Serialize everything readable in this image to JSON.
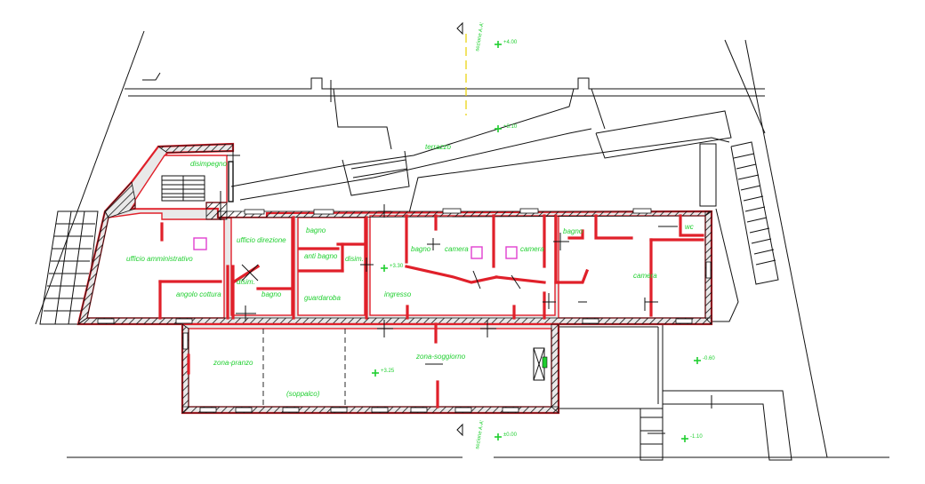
{
  "rooms": {
    "disimpegno_top": "disimpegno",
    "ufficio_amministrativo": "ufficio amministrativo",
    "ufficio_direzione": "ufficio direzione",
    "bagno_1": "bagno",
    "anti_bagno": "anti bagno",
    "disim_1": "disim.",
    "guardaroba": "guardaroba",
    "angolo_cottura": "angolo cottura",
    "disim_2": "disim.",
    "bagno_2": "bagno",
    "ingresso": "ingresso",
    "bagno_3": "bagno",
    "camera_1": "camera",
    "camera_2": "camera",
    "bagno_4": "bagno",
    "wc": "wc",
    "camera_3": "camera",
    "terrazzo": "terrazzo",
    "zona_pranzo": "zona-pranzo",
    "zona_soggiorno": "zona-soggiorno",
    "soppalco": "(soppalco)"
  },
  "levels": {
    "top_road": "+4.00",
    "terrace": "+3.10",
    "ingresso": "+3.30",
    "soggiorno": "+3.25",
    "right_low": "-0.60",
    "bottom_road": "±0.00",
    "bottom_right": "-1.10"
  },
  "axis_labels": {
    "top": "sezione A-A'",
    "bottom": "sezione A-A'"
  },
  "colors": {
    "walls": "#e0202a",
    "labels": "#1fcf2f",
    "axis": "#e8d000",
    "marker": "#e040d0"
  }
}
